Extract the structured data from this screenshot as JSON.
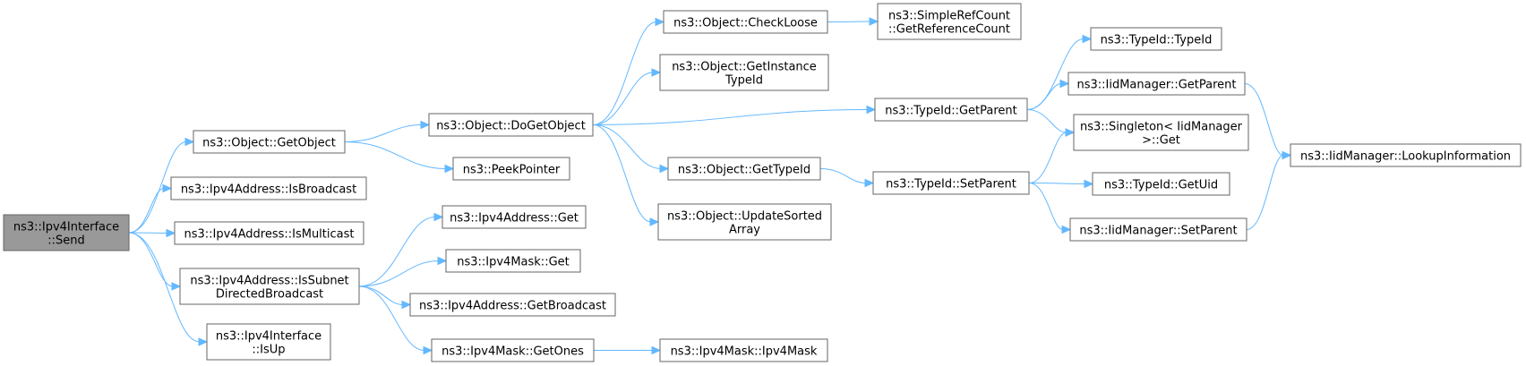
{
  "graph": {
    "nodes": [
      {
        "id": "send",
        "lines": [
          "ns3::Ipv4Interface",
          "::Send"
        ],
        "root": true
      },
      {
        "id": "getobject",
        "lines": [
          "ns3::Object::GetObject"
        ]
      },
      {
        "id": "isbroadcast",
        "lines": [
          "ns3::Ipv4Address::IsBroadcast"
        ]
      },
      {
        "id": "ismulticast",
        "lines": [
          "ns3::Ipv4Address::IsMulticast"
        ]
      },
      {
        "id": "issubnet",
        "lines": [
          "ns3::Ipv4Address::IsSubnet",
          "DirectedBroadcast"
        ]
      },
      {
        "id": "isup",
        "lines": [
          "ns3::Ipv4Interface",
          "::IsUp"
        ]
      },
      {
        "id": "dogetobject",
        "lines": [
          "ns3::Object::DoGetObject"
        ]
      },
      {
        "id": "peekpointer",
        "lines": [
          "ns3::PeekPointer"
        ]
      },
      {
        "id": "addrget",
        "lines": [
          "ns3::Ipv4Address::Get"
        ]
      },
      {
        "id": "maskget",
        "lines": [
          "ns3::Ipv4Mask::Get"
        ]
      },
      {
        "id": "getbroadcast",
        "lines": [
          "ns3::Ipv4Address::GetBroadcast"
        ]
      },
      {
        "id": "getones",
        "lines": [
          "ns3::Ipv4Mask::GetOnes"
        ]
      },
      {
        "id": "checkloose",
        "lines": [
          "ns3::Object::CheckLoose"
        ]
      },
      {
        "id": "getinstance",
        "lines": [
          "ns3::Object::GetInstance",
          "TypeId"
        ]
      },
      {
        "id": "gettypeid",
        "lines": [
          "ns3::Object::GetTypeId"
        ]
      },
      {
        "id": "updatesorted",
        "lines": [
          "ns3::Object::UpdateSorted",
          "Array"
        ]
      },
      {
        "id": "ipv4mask",
        "lines": [
          "ns3::Ipv4Mask::Ipv4Mask"
        ]
      },
      {
        "id": "getrefcount",
        "lines": [
          "ns3::SimpleRefCount",
          "::GetReferenceCount"
        ]
      },
      {
        "id": "typeidgetparent",
        "lines": [
          "ns3::TypeId::GetParent"
        ]
      },
      {
        "id": "setparent",
        "lines": [
          "ns3::TypeId::SetParent"
        ]
      },
      {
        "id": "typeidctor",
        "lines": [
          "ns3::TypeId::TypeId"
        ]
      },
      {
        "id": "iidgetparent",
        "lines": [
          "ns3::IidManager::GetParent"
        ]
      },
      {
        "id": "singletonget",
        "lines": [
          "ns3::Singleton< IidManager",
          ">::Get"
        ]
      },
      {
        "id": "getuid",
        "lines": [
          "ns3::TypeId::GetUid"
        ]
      },
      {
        "id": "iidsetparent",
        "lines": [
          "ns3::IidManager::SetParent"
        ]
      },
      {
        "id": "lookupinfo",
        "lines": [
          "ns3::IidManager::LookupInformation"
        ]
      }
    ],
    "edges": [
      [
        "send",
        "getobject"
      ],
      [
        "send",
        "isbroadcast"
      ],
      [
        "send",
        "ismulticast"
      ],
      [
        "send",
        "issubnet"
      ],
      [
        "send",
        "isup"
      ],
      [
        "getobject",
        "dogetobject"
      ],
      [
        "getobject",
        "peekpointer"
      ],
      [
        "issubnet",
        "addrget"
      ],
      [
        "issubnet",
        "maskget"
      ],
      [
        "issubnet",
        "getbroadcast"
      ],
      [
        "issubnet",
        "getones"
      ],
      [
        "dogetobject",
        "checkloose"
      ],
      [
        "dogetobject",
        "getinstance"
      ],
      [
        "dogetobject",
        "typeidgetparent"
      ],
      [
        "dogetobject",
        "gettypeid"
      ],
      [
        "dogetobject",
        "updatesorted"
      ],
      [
        "getones",
        "ipv4mask"
      ],
      [
        "checkloose",
        "getrefcount"
      ],
      [
        "gettypeid",
        "setparent"
      ],
      [
        "typeidgetparent",
        "typeidctor"
      ],
      [
        "typeidgetparent",
        "iidgetparent"
      ],
      [
        "typeidgetparent",
        "singletonget"
      ],
      [
        "setparent",
        "singletonget"
      ],
      [
        "setparent",
        "getuid"
      ],
      [
        "setparent",
        "iidsetparent"
      ],
      [
        "iidgetparent",
        "lookupinfo"
      ],
      [
        "iidsetparent",
        "lookupinfo"
      ]
    ]
  }
}
